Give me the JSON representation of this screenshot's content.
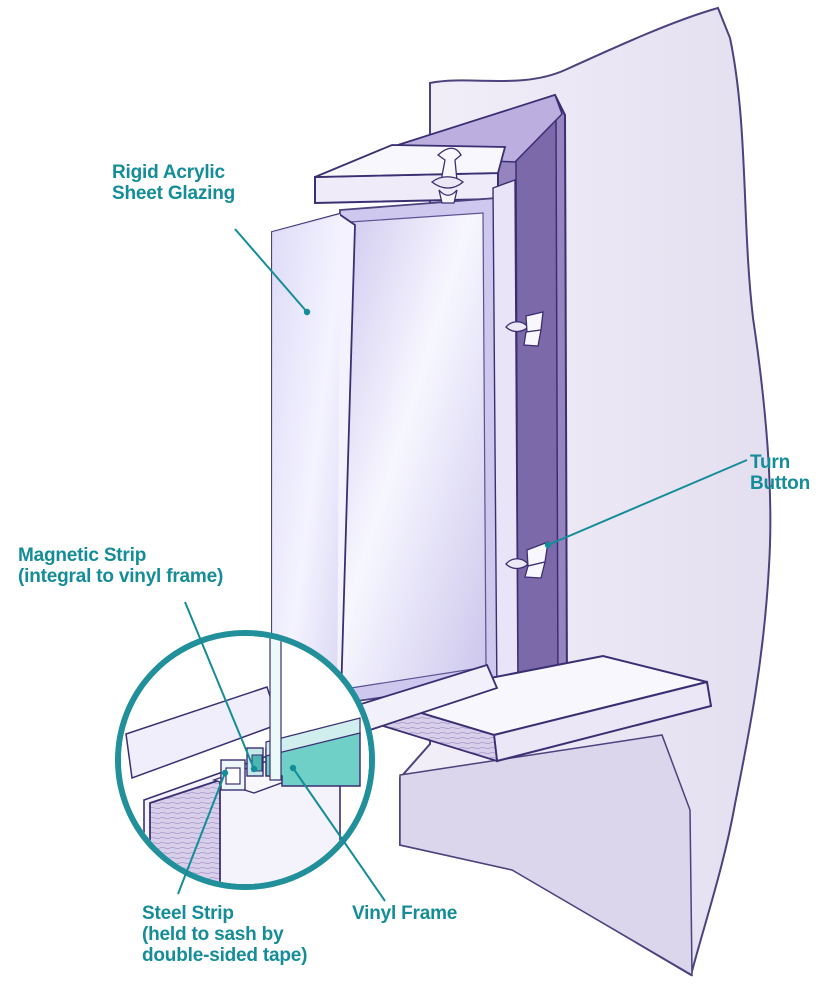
{
  "labels": {
    "glazing": {
      "line1": "Rigid Acrylic",
      "line2": "Sheet Glazing"
    },
    "turn_button": {
      "line1": "Turn",
      "line2": "Button"
    },
    "magnetic_strip": {
      "line1": "Magnetic Strip",
      "line2": "(integral to vinyl frame)"
    },
    "steel_strip": {
      "line1": "Steel Strip",
      "line2": "(held to sash by",
      "line3": "double-sided tape)"
    },
    "vinyl_frame": {
      "line1": "Vinyl Frame"
    }
  },
  "colors": {
    "label": "#148d99",
    "outline": "#3b2f73",
    "wall": "#ece8f6",
    "frame": "#9c8bc2",
    "frame_dark": "#7d6aa8",
    "glass": "#d7d7f3",
    "vinyl": "#64c7c0",
    "callout_circle": "#1f8c96"
  }
}
